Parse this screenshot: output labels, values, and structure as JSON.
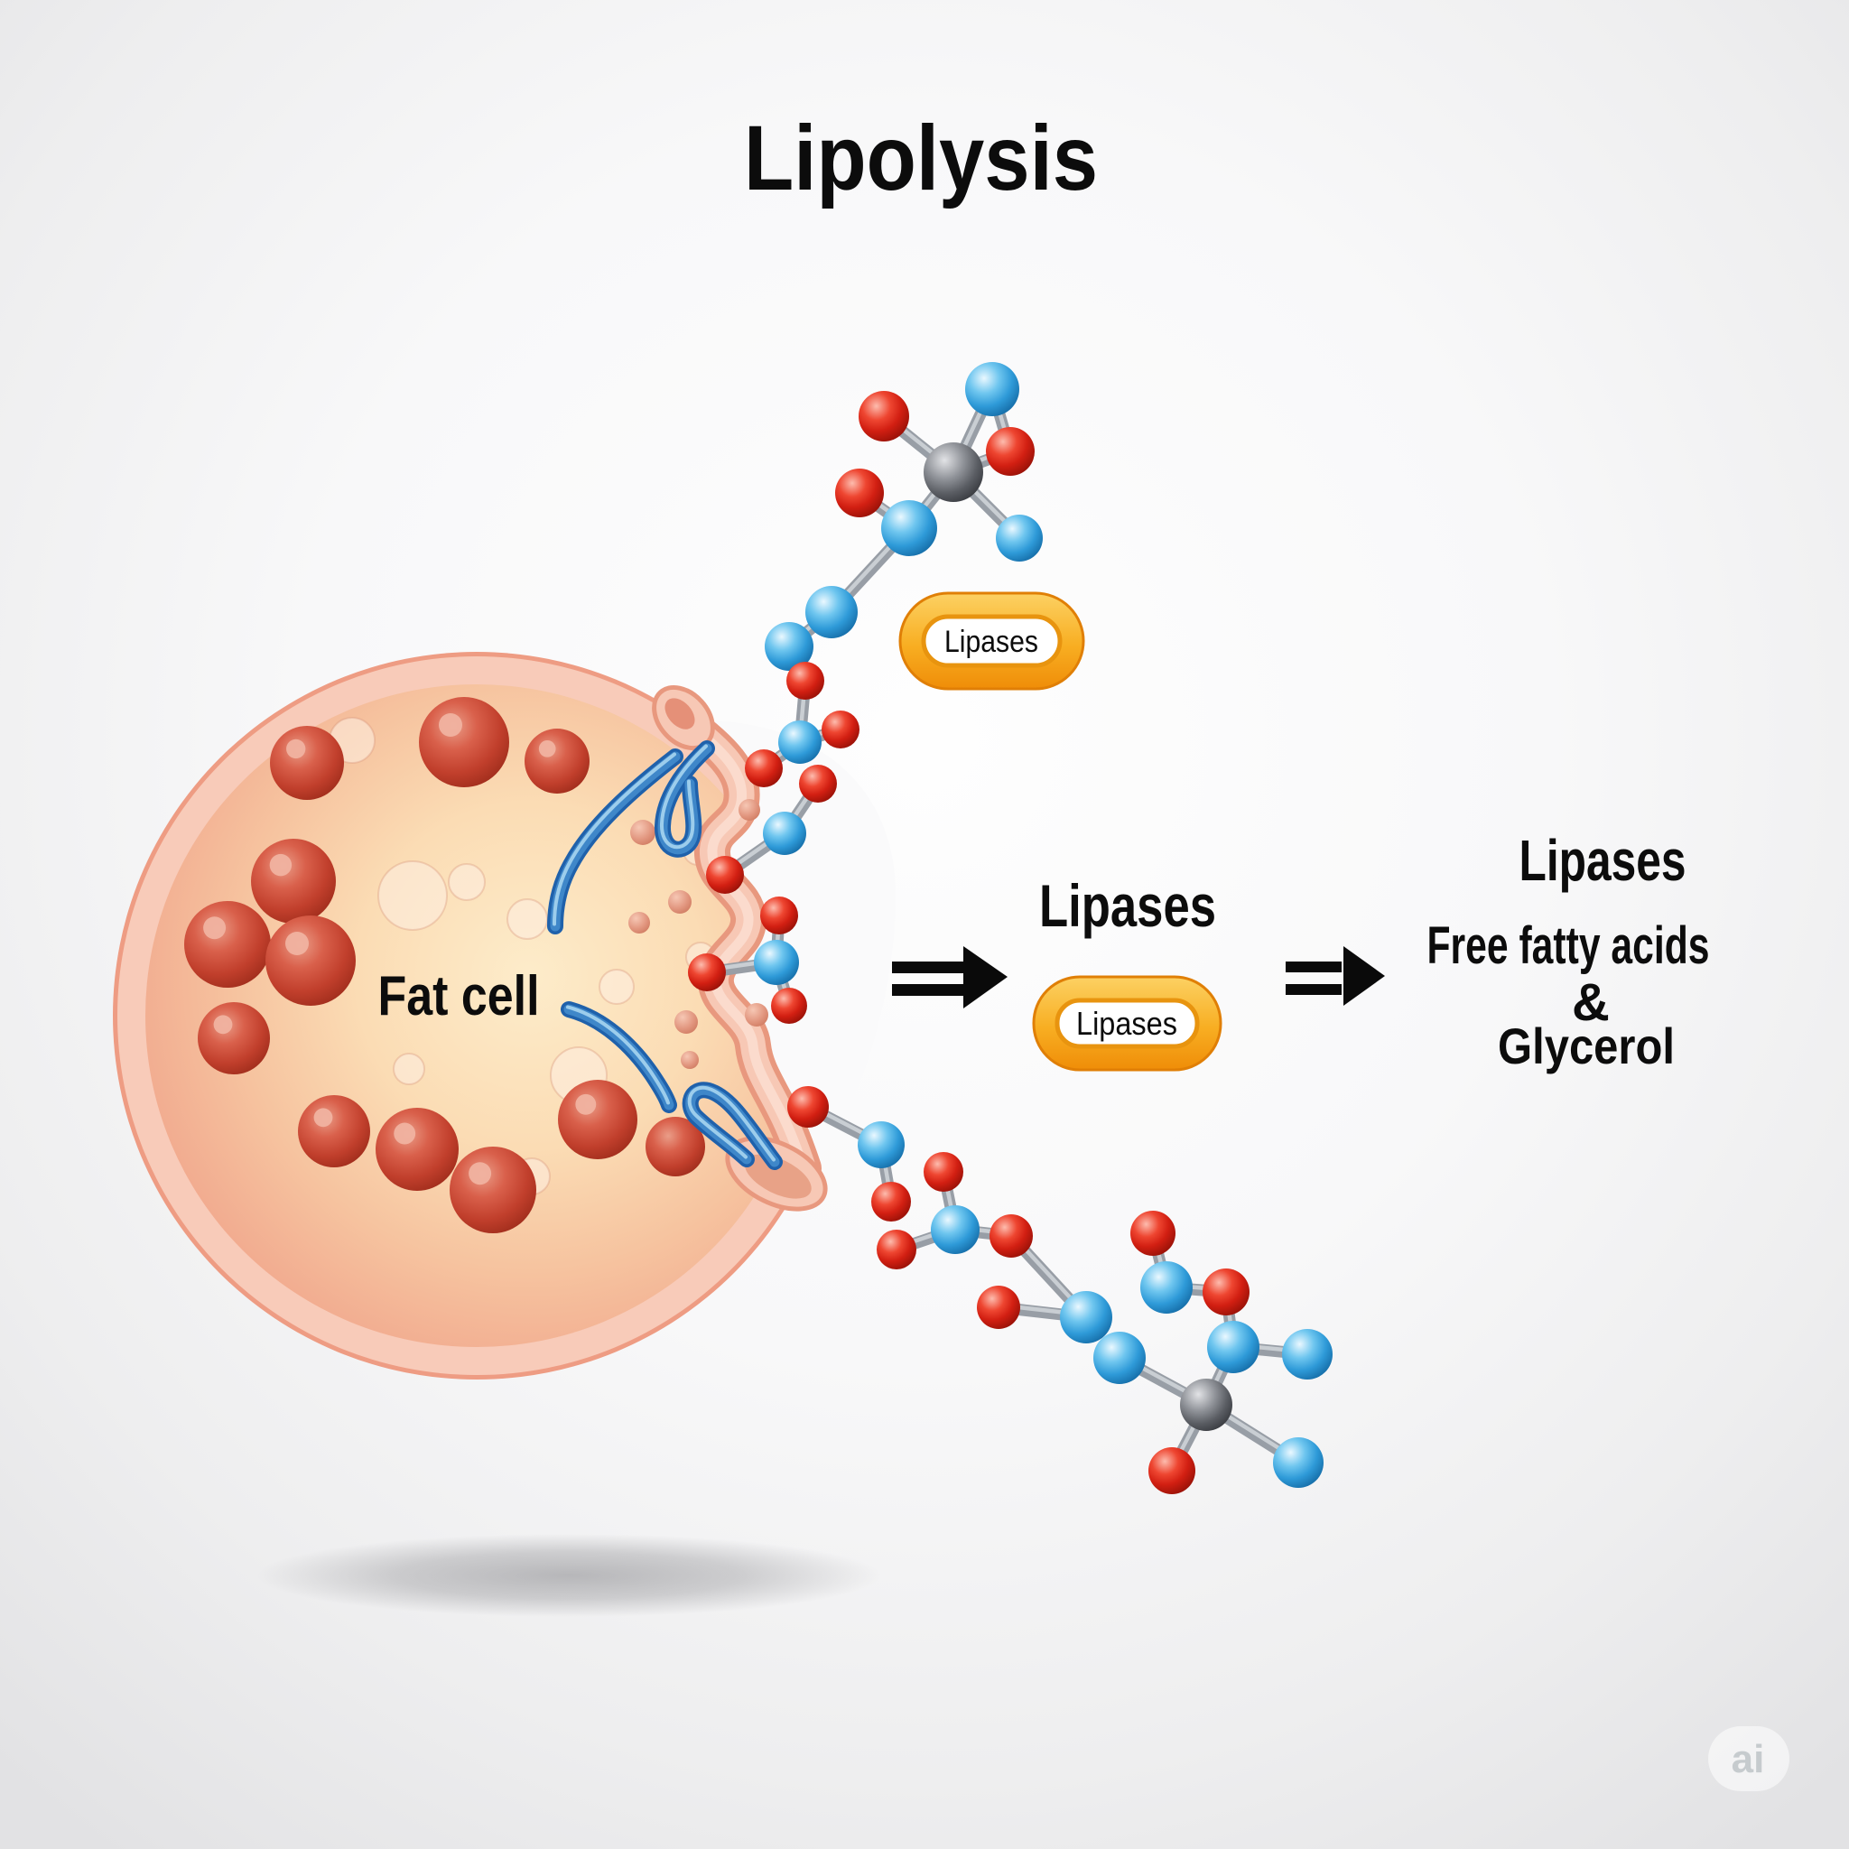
{
  "title": "Lipolysis",
  "cell": {
    "label": "Fat cell"
  },
  "pills": {
    "top": "Lipases",
    "middle": "Lipases"
  },
  "headings": {
    "middle": "Lipases"
  },
  "products": {
    "lipases": "Lipases",
    "free_fatty_acids": "Free fatty acids",
    "ampersand": "&",
    "glycerol": "Glycerol"
  },
  "watermark": "ai",
  "colors": {
    "red_atom": "#d92a1c",
    "blue_atom": "#3aa0dc",
    "gray_atom": "#6a6d72",
    "bond_gray": "#989ea6",
    "membrane_pink": "#f7c8b5",
    "cytoplasm_cream": "#fbdcb4",
    "droplet_red": "#c4452f",
    "enzyme_pill_orange": "#f8ae22",
    "squiggle_blue": "#2f74bb",
    "arrow_black": "#0a0a0a"
  },
  "graphics": {
    "molecules": [
      {
        "name": "glycerol-backbone-top",
        "bonds": [
          [
            874,
            716,
            921,
            678
          ],
          [
            921,
            678,
            1007,
            585
          ],
          [
            1007,
            585,
            1056,
            523
          ],
          [
            952,
            546,
            1007,
            585
          ],
          [
            979,
            461,
            1056,
            523
          ],
          [
            1056,
            523,
            1099,
            431
          ],
          [
            1056,
            523,
            1119,
            500
          ],
          [
            1099,
            431,
            1119,
            500
          ],
          [
            1056,
            523,
            1129,
            596
          ]
        ],
        "atoms": [
          [
            874,
            716,
            27,
            "b"
          ],
          [
            921,
            678,
            29,
            "b"
          ],
          [
            952,
            546,
            27,
            "r"
          ],
          [
            979,
            461,
            28,
            "r"
          ],
          [
            1099,
            431,
            30,
            "b"
          ],
          [
            1119,
            500,
            27,
            "r"
          ],
          [
            1129,
            596,
            26,
            "b"
          ],
          [
            1007,
            585,
            31,
            "b"
          ],
          [
            1056,
            523,
            33,
            "g"
          ]
        ]
      },
      {
        "name": "fragment-upper",
        "bonds": [
          [
            892,
            754,
            886,
            822
          ],
          [
            931,
            808,
            886,
            822
          ],
          [
            846,
            851,
            886,
            822
          ],
          [
            906,
            868,
            869,
            923
          ],
          [
            869,
            923,
            803,
            969
          ]
        ],
        "atoms": [
          [
            892,
            754,
            21,
            "r"
          ],
          [
            931,
            808,
            21,
            "r"
          ],
          [
            846,
            851,
            21,
            "r"
          ],
          [
            886,
            822,
            24,
            "b"
          ],
          [
            906,
            868,
            21,
            "r"
          ],
          [
            803,
            969,
            21,
            "r"
          ],
          [
            869,
            923,
            24,
            "b"
          ]
        ]
      },
      {
        "name": "fragment-middle",
        "bonds": [
          [
            863,
            1014,
            860,
            1066
          ],
          [
            783,
            1077,
            860,
            1066
          ],
          [
            860,
            1066,
            874,
            1114
          ]
        ],
        "atoms": [
          [
            863,
            1014,
            21,
            "r"
          ],
          [
            783,
            1077,
            21,
            "r"
          ],
          [
            874,
            1114,
            20,
            "r"
          ],
          [
            860,
            1066,
            25,
            "b"
          ]
        ]
      },
      {
        "name": "fatty-acid-chain-bottom",
        "bonds": [
          [
            895,
            1226,
            976,
            1268
          ],
          [
            976,
            1268,
            987,
            1331
          ],
          [
            1045,
            1298,
            1058,
            1362
          ],
          [
            1058,
            1362,
            993,
            1384
          ],
          [
            1058,
            1362,
            1120,
            1369
          ],
          [
            1120,
            1369,
            1203,
            1459
          ],
          [
            1106,
            1448,
            1203,
            1459
          ],
          [
            1240,
            1504,
            1336,
            1556
          ],
          [
            1336,
            1556,
            1298,
            1629
          ],
          [
            1336,
            1556,
            1438,
            1620
          ],
          [
            1336,
            1556,
            1366,
            1492
          ],
          [
            1366,
            1492,
            1448,
            1500
          ],
          [
            1277,
            1366,
            1292,
            1426
          ],
          [
            1292,
            1426,
            1358,
            1431
          ],
          [
            1358,
            1431,
            1366,
            1492
          ]
        ],
        "atoms": [
          [
            895,
            1226,
            23,
            "r"
          ],
          [
            987,
            1331,
            22,
            "r"
          ],
          [
            1045,
            1298,
            22,
            "r"
          ],
          [
            993,
            1384,
            22,
            "r"
          ],
          [
            1120,
            1369,
            24,
            "r"
          ],
          [
            1106,
            1448,
            24,
            "r"
          ],
          [
            1277,
            1366,
            25,
            "r"
          ],
          [
            1358,
            1431,
            26,
            "r"
          ],
          [
            976,
            1268,
            26,
            "b"
          ],
          [
            1058,
            1362,
            27,
            "b"
          ],
          [
            1292,
            1426,
            29,
            "b"
          ],
          [
            1203,
            1459,
            29,
            "b"
          ],
          [
            1240,
            1504,
            29,
            "b"
          ],
          [
            1366,
            1492,
            29,
            "b"
          ],
          [
            1448,
            1500,
            28,
            "b"
          ],
          [
            1336,
            1556,
            29,
            "g"
          ],
          [
            1298,
            1629,
            26,
            "r"
          ],
          [
            1438,
            1620,
            28,
            "b"
          ]
        ]
      }
    ],
    "droplets": [
      [
        514,
        822,
        50
      ],
      [
        617,
        843,
        36
      ],
      [
        340,
        845,
        41
      ],
      [
        325,
        976,
        47
      ],
      [
        252,
        1046,
        48
      ],
      [
        344,
        1064,
        50
      ],
      [
        259,
        1150,
        40
      ],
      [
        370,
        1253,
        40
      ],
      [
        462,
        1273,
        46
      ],
      [
        546,
        1318,
        48
      ],
      [
        662,
        1240,
        44
      ],
      [
        748,
        1270,
        33
      ]
    ],
    "bubbles": [
      [
        457,
        992,
        38
      ],
      [
        517,
        977,
        20
      ],
      [
        584,
        1018,
        22
      ],
      [
        390,
        820,
        25
      ],
      [
        641,
        1191,
        31
      ],
      [
        589,
        1303,
        20
      ],
      [
        683,
        1093,
        19
      ],
      [
        453,
        1184,
        17
      ],
      [
        773,
        942,
        16
      ],
      [
        776,
        1060,
        16
      ]
    ],
    "vesicle_dots": [
      [
        712,
        922,
        14
      ],
      [
        708,
        1022,
        12
      ],
      [
        753,
        999,
        13
      ],
      [
        830,
        897,
        12
      ],
      [
        760,
        1132,
        13
      ],
      [
        838,
        1124,
        13
      ],
      [
        764,
        1174,
        10
      ]
    ],
    "squiggles_inside": [
      "M 748 838 C 700 875 655 915 632 958 C 621 978 615 1000 615 1026",
      "M 630 1118 C 668 1128 700 1158 722 1190 C 732 1205 738 1215 741 1224"
    ],
    "squiggles_outside": [
      "M 783 829 C 755 855 735 885 734 915 C 733 942 755 948 765 932 C 773 918 764 890 764 868",
      "M 858 1287 C 830 1250 810 1215 785 1208 C 765 1203 758 1225 772 1238 C 790 1255 810 1268 827 1284"
    ]
  }
}
